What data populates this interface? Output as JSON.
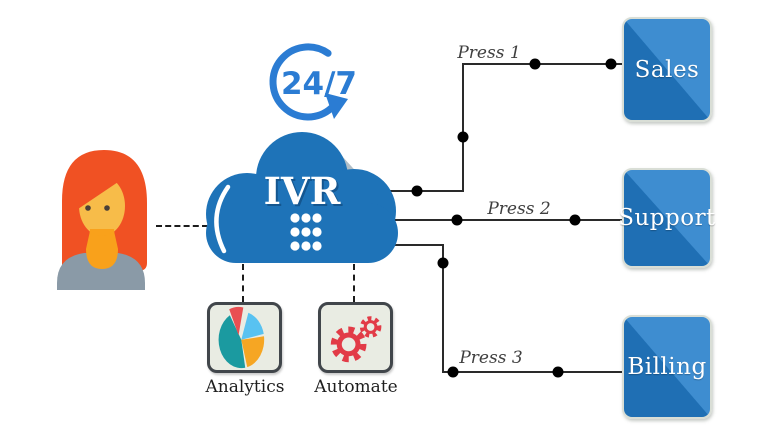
{
  "diagram_title": "IVR call routing diagram",
  "caller": {
    "description": "woman caller avatar"
  },
  "badge": {
    "text": "24/7",
    "color": "#2b7cd3"
  },
  "cloud": {
    "label": "IVR",
    "color": "#1e73b8",
    "keypad": "3x3 white dial-pad dots"
  },
  "features": [
    {
      "label": "Analytics",
      "icon": "pie-chart-icon",
      "pie_colors": [
        "#1b9aa0",
        "#f6a623",
        "#58c2f1",
        "#e84f52"
      ]
    },
    {
      "label": "Automate",
      "icon": "gears-icon",
      "gear_color": "#e23b47"
    }
  ],
  "branches": [
    {
      "label": "Press 1",
      "target": "Sales"
    },
    {
      "label": "Press 2",
      "target": "Support"
    },
    {
      "label": "Press 3",
      "target": "Billing"
    }
  ],
  "colors": {
    "primary_blue": "#1e73b8",
    "box_blue_light": "#3e8dd0",
    "line": "#2a2a2a",
    "feature_bg": "#e9ece3",
    "hair_orange": "#f05123",
    "skin": "#f7bc49",
    "body_gray": "#8a9aa7"
  }
}
